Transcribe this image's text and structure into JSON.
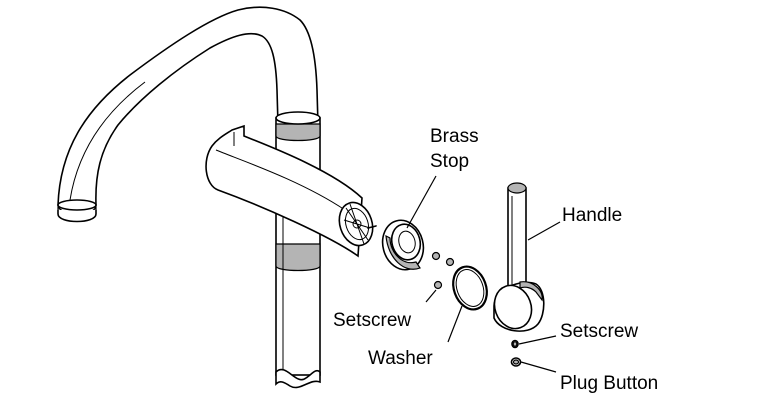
{
  "labels": {
    "brass_stop_line1": "Brass",
    "brass_stop_line2": "Stop",
    "handle": "Handle",
    "setscrew_left": "Setscrew",
    "washer": "Washer",
    "setscrew_right": "Setscrew",
    "plug_button": "Plug Button"
  },
  "colors": {
    "line": "#000000",
    "shade": "#b4b4b4",
    "background": "#ffffff"
  }
}
